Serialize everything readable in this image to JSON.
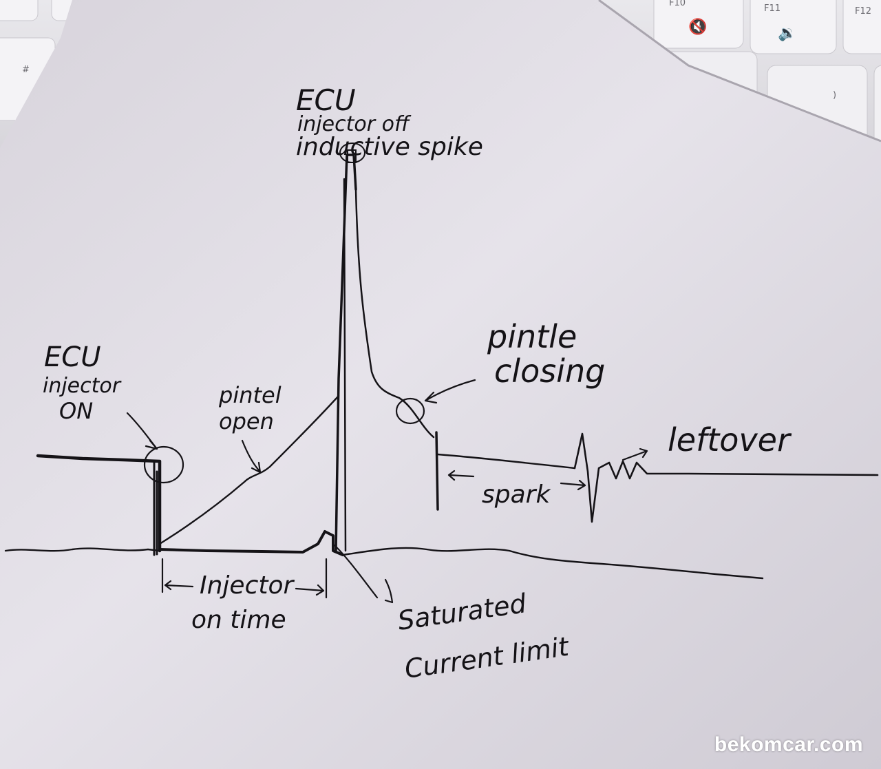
{
  "keyboard": {
    "keys": [
      {
        "label": "F10",
        "glyph": "🔇"
      },
      {
        "label": "F11",
        "glyph": "🔉"
      },
      {
        "label": "F12",
        "glyph": ""
      }
    ],
    "symbol_keys": [
      "#",
      ")"
    ]
  },
  "annotations": {
    "ecu_on": [
      "ECU",
      "injector",
      "ON"
    ],
    "ecu_off": [
      "ECU",
      "injector off",
      "inductive spike"
    ],
    "pintel_open": [
      "pintel",
      "open"
    ],
    "pintle_closing": [
      "pintle",
      "closing"
    ],
    "injector_on_time": [
      "Injector",
      "on time"
    ],
    "saturated_current_limit": [
      "Saturated",
      "Current limit"
    ],
    "spark": "spark",
    "leftover": "leftover"
  },
  "watermark": "bekomcar.com"
}
